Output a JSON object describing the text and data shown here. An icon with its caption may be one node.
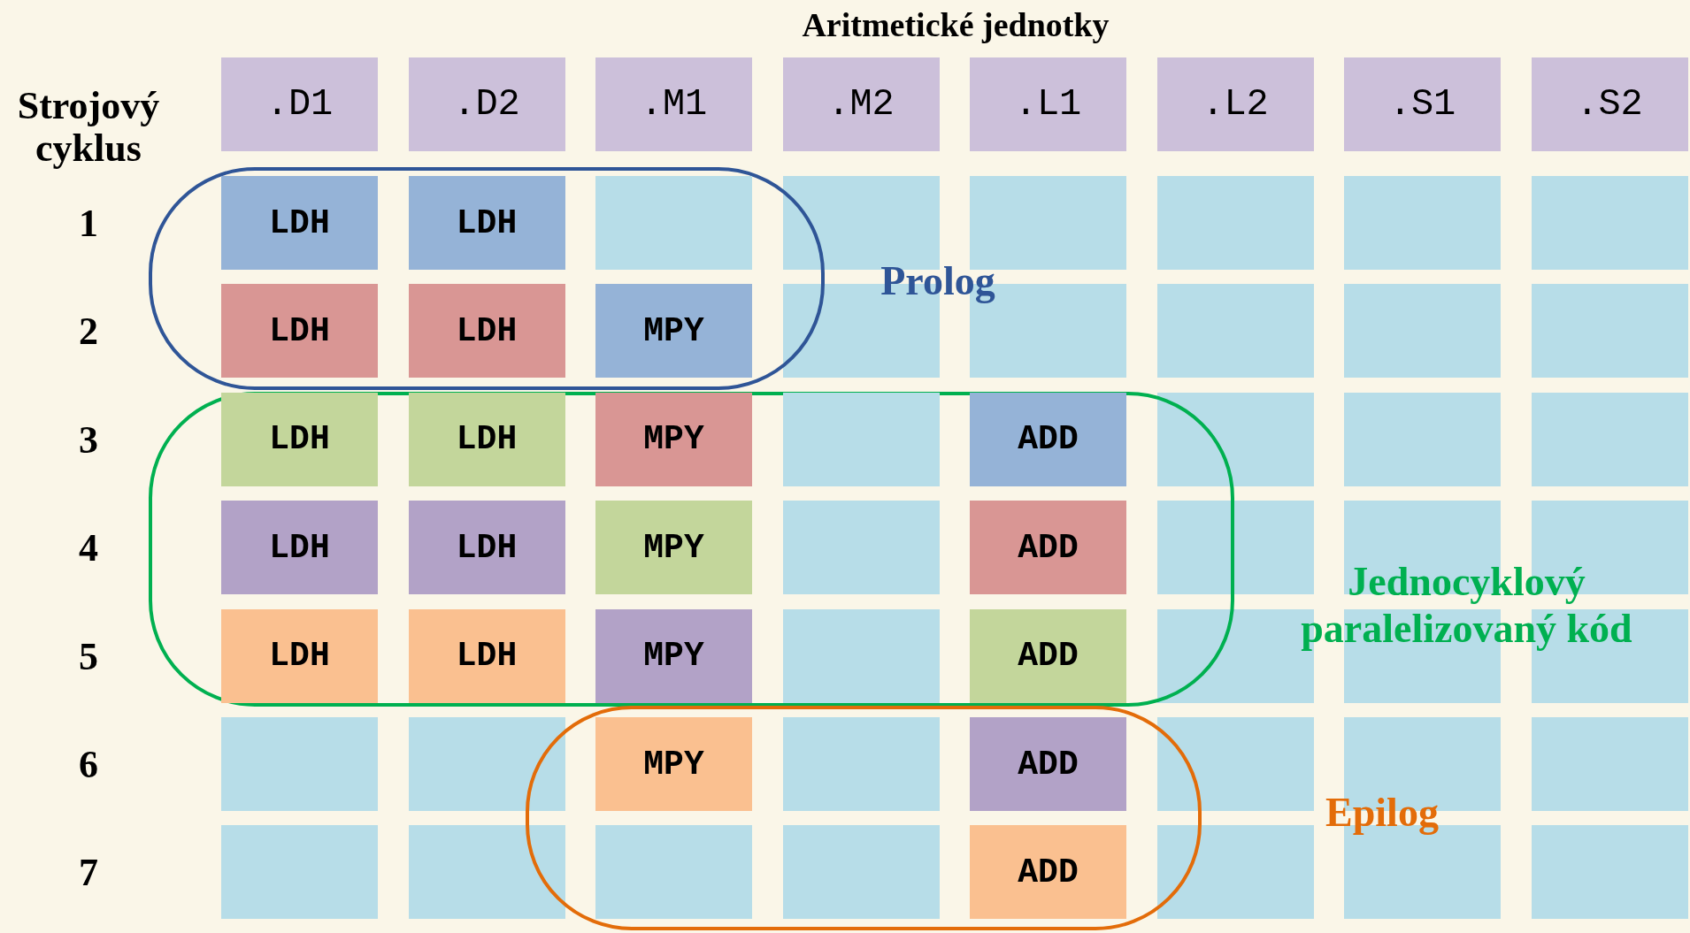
{
  "diagram": {
    "title": "Aritmetické jednotky",
    "nodes": [
      {
        "text": [
          ".D1"
        ]
      },
      {
        "text": [
          ".D2"
        ]
      },
      {
        "text": [
          ".M1"
        ]
      },
      {
        "text": [
          ".M2"
        ]
      },
      {
        "text": [
          ".L1"
        ]
      },
      {
        "text": [
          ".L2"
        ]
      },
      {
        "text": [
          ".S1"
        ]
      },
      {
        "text": [
          ".S2"
        ]
      },
      {
        "text": [],
        "shape": "box"
      },
      {
        "text": [],
        "shape": "box"
      },
      {
        "text": [],
        "shape": "box"
      },
      {
        "text": [
          "LDH"
        ],
        "in": 8
      },
      {
        "text": [
          "LDH"
        ],
        "in": 8
      },
      {
        "text": [],
        "shape": "box",
        "in": 8
      },
      {
        "text": [],
        "shape": "box"
      },
      {
        "text": [],
        "shape": "box"
      },
      {
        "text": [],
        "shape": "box"
      },
      {
        "text": [],
        "shape": "box"
      },
      {
        "text": [],
        "shape": "box"
      },
      {
        "text": [
          "LDH"
        ],
        "in": 8
      },
      {
        "text": [
          "LDH"
        ],
        "in": 8
      },
      {
        "text": [
          "MPY"
        ],
        "in": 8
      },
      {
        "text": [],
        "shape": "box"
      },
      {
        "text": [],
        "shape": "box"
      },
      {
        "text": [],
        "shape": "box"
      },
      {
        "text": [],
        "shape": "box"
      },
      {
        "text": [],
        "shape": "box"
      },
      {
        "text": [
          "LDH"
        ],
        "in": 9
      },
      {
        "text": [
          "LDH"
        ],
        "in": 9
      },
      {
        "text": [
          "MPY"
        ],
        "in": 9
      },
      {
        "text": [],
        "shape": "box",
        "in": 9
      },
      {
        "text": [
          "ADD"
        ],
        "in": 9
      },
      {
        "text": [],
        "shape": "box"
      },
      {
        "text": [],
        "shape": "box"
      },
      {
        "text": [],
        "shape": "box"
      },
      {
        "text": [
          "LDH"
        ],
        "in": 9
      },
      {
        "text": [
          "LDH"
        ],
        "in": 9
      },
      {
        "text": [
          "MPY"
        ],
        "in": 9
      },
      {
        "text": [],
        "shape": "box",
        "in": 9
      },
      {
        "text": [
          "ADD"
        ],
        "in": 9
      },
      {
        "text": [],
        "shape": "box"
      },
      {
        "text": [],
        "shape": "box"
      },
      {
        "text": [],
        "shape": "box"
      },
      {
        "text": [
          "LDH"
        ],
        "in": 9
      },
      {
        "text": [
          "LDH"
        ],
        "in": 9
      },
      {
        "text": [
          "MPY"
        ],
        "in": 9
      },
      {
        "text": [],
        "shape": "box",
        "in": 9
      },
      {
        "text": [
          "ADD"
        ],
        "in": 9
      },
      {
        "text": [],
        "shape": "box"
      },
      {
        "text": [],
        "shape": "box"
      },
      {
        "text": [],
        "shape": "box"
      },
      {
        "text": [],
        "shape": "box"
      },
      {
        "text": [],
        "shape": "box"
      },
      {
        "text": [
          "MPY"
        ],
        "in": 10
      },
      {
        "text": [],
        "shape": "box",
        "in": 10
      },
      {
        "text": [
          "ADD"
        ],
        "in": 10
      },
      {
        "text": [],
        "shape": "box"
      },
      {
        "text": [],
        "shape": "box"
      },
      {
        "text": [],
        "shape": "box"
      },
      {
        "text": [],
        "shape": "box"
      },
      {
        "text": [],
        "shape": "box"
      },
      {
        "text": [],
        "shape": "box",
        "in": 10
      },
      {
        "text": [],
        "shape": "box",
        "in": 10
      },
      {
        "text": [
          "ADD"
        ],
        "in": 10
      },
      {
        "text": [],
        "shape": "box"
      },
      {
        "text": [],
        "shape": "box"
      },
      {
        "text": [],
        "shape": "box"
      }
    ],
    "labels": [
      "Strojový cyklus",
      "1",
      "2",
      "Prolog",
      "3",
      "4",
      "Jednocyklový paralelizovaný kód",
      "5",
      "6",
      "Epilog",
      "7"
    ]
  }
}
